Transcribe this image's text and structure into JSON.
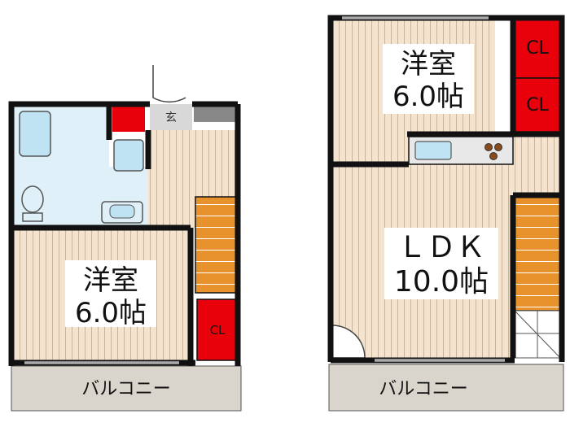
{
  "floor1": {
    "room_name": "洋室",
    "room_size": "6.0帖",
    "closet": "CL",
    "entrance": "玄",
    "balcony": "バルコニー"
  },
  "floor2": {
    "room_name": "洋室",
    "room_size": "6.0帖",
    "closet_top": "CL",
    "closet_bottom": "CL",
    "ldk_name": "ＬＤＫ",
    "ldk_size": "10.0帖",
    "balcony": "バルコニー"
  },
  "colors": {
    "floor_stripe": "#f3e3cf",
    "stripe_line": "#c9b39a",
    "wall": "#111111",
    "closet_red": "#e8000a",
    "stairs": "#e8922e",
    "wet_area": "#dff0f8",
    "balcony": "#d9d4cc"
  }
}
